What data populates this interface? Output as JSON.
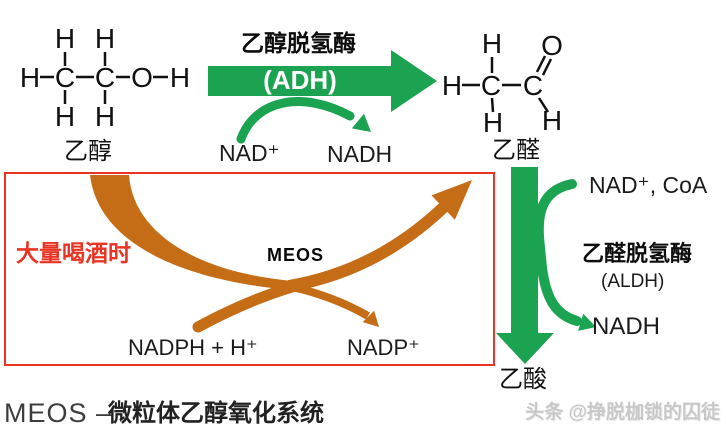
{
  "atoms": {
    "h": "H",
    "c": "C",
    "o": "O"
  },
  "stage1": {
    "substrate": "乙醇",
    "enzyme_cn": "乙醇脱氢酶",
    "enzyme_abbr": "(ADH)",
    "cofactor_in": "NAD⁺",
    "cofactor_out": "NADH"
  },
  "stage2": {
    "substrate": "乙醛",
    "enzyme_cn": "乙醛脱氢酶",
    "enzyme_abbr": "(ALDH)",
    "cofactor_in": "NAD⁺, CoA",
    "cofactor_out": "NADH",
    "product": "乙酸"
  },
  "meos": {
    "condition": "大量喝酒时",
    "label": "MEOS",
    "cofactor_in": "NADPH + H⁺",
    "cofactor_out": "NADP⁺"
  },
  "footer": {
    "abbr": "MEOS –",
    "full_name": "微粒体乙醇氧化系统"
  },
  "watermark": "头条 @挣脱枷锁的囚徒",
  "colors": {
    "green": "#1ca351",
    "orange": "#c56c16",
    "red": "#ea3423"
  }
}
